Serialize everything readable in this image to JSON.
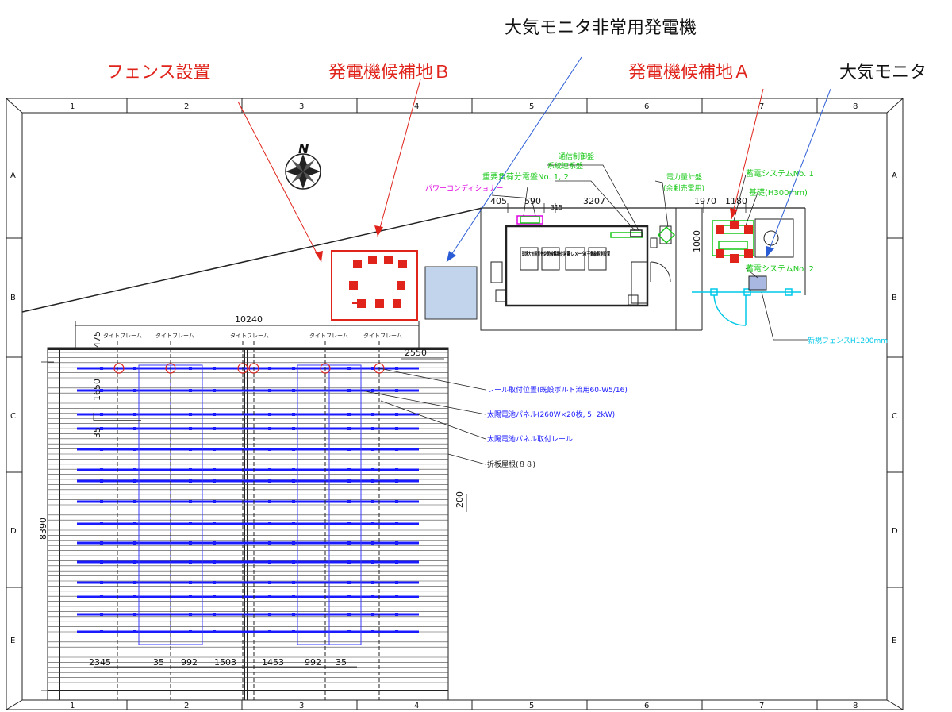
{
  "annotations": {
    "fence": "フェンス設置",
    "candidate_b": "発電機候補地Ｂ",
    "monitor_generator": "大気モニタ非常用発電機",
    "candidate_a": "発電機候補地Ａ",
    "air_monitor": "大気モニタ"
  },
  "grid": {
    "columns": [
      "1",
      "2",
      "3",
      "4",
      "5",
      "6",
      "7",
      "8"
    ],
    "rows": [
      "A",
      "B",
      "C",
      "D",
      "E"
    ]
  },
  "north": "N",
  "equipment_labels": {
    "comm_panel": "通信制御盤",
    "grid_panel": "系統連系盤",
    "load_panel": "重要負荷分電盤No. 1, 2",
    "power_conditioner": "パワーコンディショナー",
    "meter": "電力量計盤",
    "meter_sub": "(余剰売電用)",
    "battery1": "蓄電システムNo. 1",
    "foundation": "基礎(H300mm)",
    "battery2": "蓄電システムNo. 2",
    "new_fence": "新規フェンスH1200mm",
    "box1": "環境大気観測センターポスト",
    "box2": "空間線量測定装置",
    "box3": "テレメータ(子局)",
    "box4": "気象観測設置"
  },
  "dimensions": {
    "d405": "405",
    "d590": "590",
    "d315": "315",
    "d3207": "3207",
    "d1970": "1970",
    "d1180": "1180",
    "d1000": "1000",
    "d10240": "10240",
    "d475": "475",
    "d1650": "1650",
    "d35a": "35",
    "d2550": "2550",
    "d8390": "8390",
    "d200": "200",
    "b2345": "2345",
    "b35": "35",
    "b992": "992",
    "b1503": "1503",
    "b1453": "1453",
    "b992b": "992",
    "b35b": "35"
  },
  "roof_labels": {
    "tight_frame": "タイトフレーム",
    "rail_pos": "レール取付位置(既設ボルト流用60-W5/16)",
    "panel": "太陽電池パネル(260W×20枚, 5. 2kW)",
    "rail": "太陽電池パネル取付レール",
    "roof": "折板屋根(８８)"
  },
  "colors": {
    "red": "#e0241c",
    "blue": "#1a1aff",
    "green": "#18c818",
    "cyan": "#00c8e8",
    "magenta": "#e000e0"
  }
}
